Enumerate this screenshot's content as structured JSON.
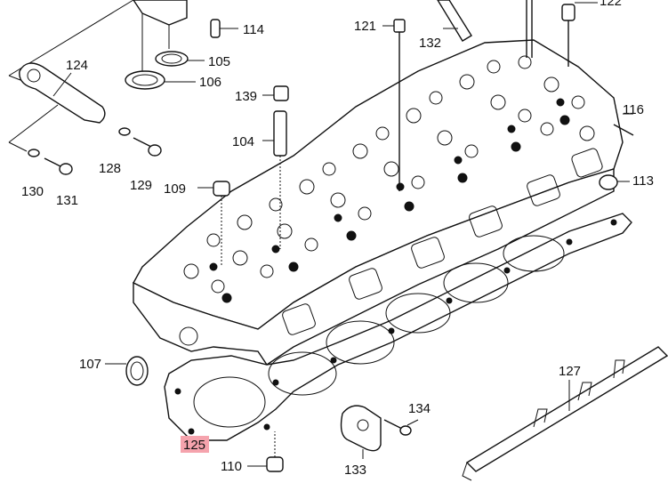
{
  "labels": {
    "p122": "122",
    "p121": "121",
    "p132": "132",
    "p114": "114",
    "p105": "105",
    "p106": "106",
    "p124": "124",
    "p139": "139",
    "p104": "104",
    "p116": "116",
    "p128": "128",
    "p129": "129",
    "p130": "130",
    "p131": "131",
    "p109": "109",
    "p113": "113",
    "p107": "107",
    "p127": "127",
    "p134": "134",
    "p125": "125",
    "p110": "110",
    "p133": "133"
  },
  "highlight_color": "#f5a3ad",
  "highlighted_part": "125"
}
